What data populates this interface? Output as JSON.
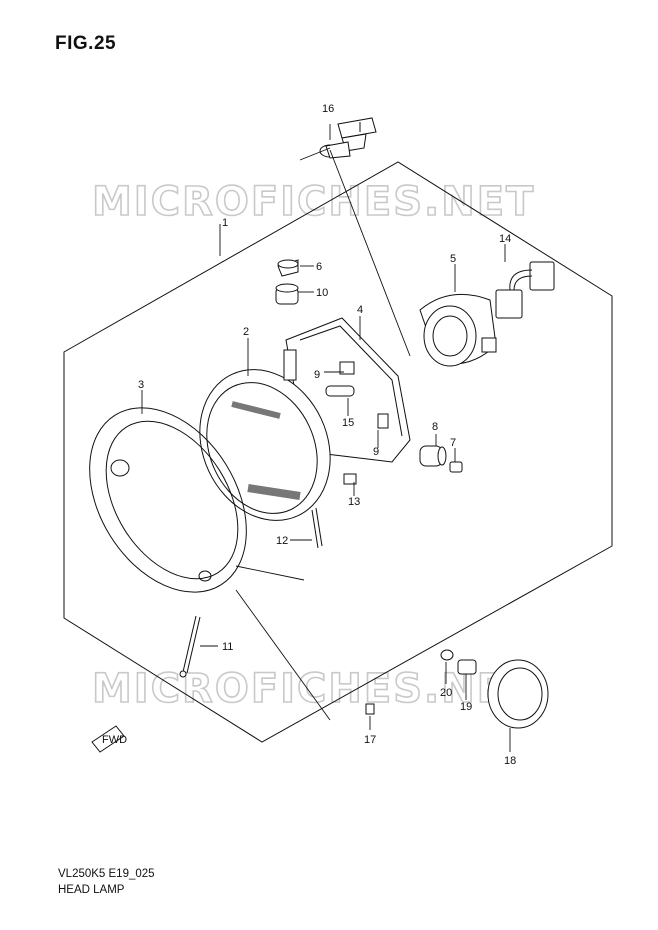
{
  "figure": {
    "title": "FIG.25",
    "model_code": "VL250K5 E19_025",
    "name": "HEAD LAMP"
  },
  "watermarks": [
    "MICROFICHES.NET",
    "MICROFICHES.NET"
  ],
  "fwd_marker": "FWD",
  "callouts": {
    "c1": "1",
    "c2": "2",
    "c3": "3",
    "c4": "4",
    "c5": "5",
    "c6": "6",
    "c7": "7",
    "c8": "8",
    "c9a": "9",
    "c9b": "9",
    "c10": "10",
    "c11": "11",
    "c12": "12",
    "c13": "13",
    "c14": "14",
    "c15": "15",
    "c16": "16",
    "c17": "17",
    "c18": "18",
    "c19": "19",
    "c20": "20"
  }
}
